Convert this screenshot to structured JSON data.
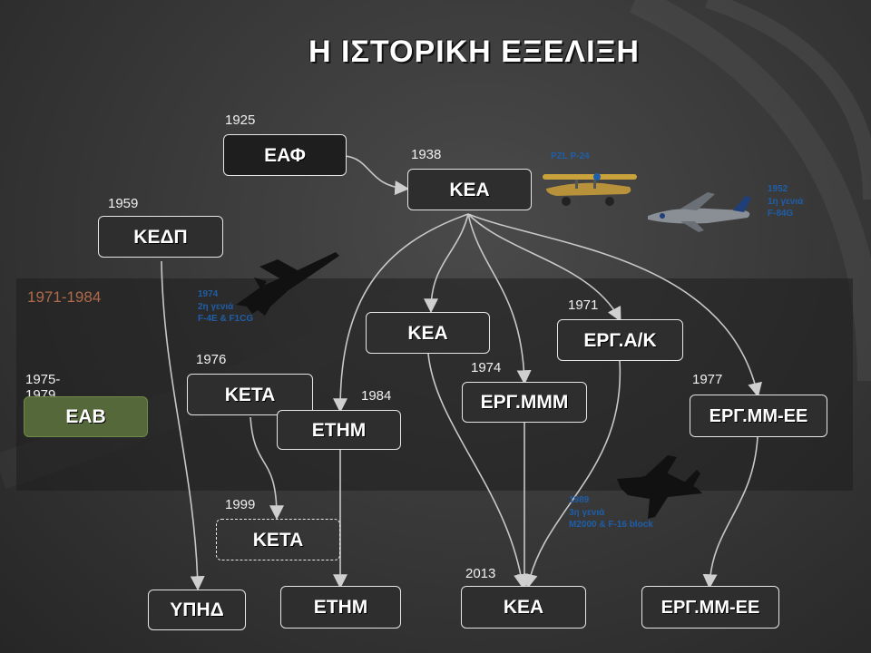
{
  "title": "Η ΙΣΤΟΡΙΚΗ ΕΞΕΛΙΞΗ",
  "period_label": "1971-1984",
  "boxes": {
    "eaf": "ΕΑΦ",
    "kea_1938": "ΚΕΑ",
    "kedp": "ΚΕΔΠ",
    "kea_mid": "ΚΕΑ",
    "erg_ak": "ΕΡΓ.Α/Κ",
    "keta_1976": "ΚΕΤΑ",
    "ethm_1984": "ΕΤΗΜ",
    "erg_mmm": "ΕΡΓ.ΜΜΜ",
    "erg_mmee_1977": "ΕΡΓ.ΜΜ-ΕΕ",
    "eab": "ΕΑΒ",
    "keta_1999": "ΚΕΤΑ",
    "yphd": "ΥΠΗΔ",
    "ethm_final": "ΕΤΗΜ",
    "kea_2013": "ΚΕΑ",
    "erg_mmee_final": "ΕΡΓ.ΜΜ-ΕΕ"
  },
  "years": {
    "y1925": "1925",
    "y1938": "1938",
    "y1959": "1959",
    "y1971": "1971",
    "y1976": "1976",
    "y1984": "1984",
    "y1974": "1974",
    "y1977": "1977",
    "y1975": "1975-\n1979",
    "y1999": "1999",
    "y2013": "2013"
  },
  "notes": {
    "n1": "PZL P-24",
    "n2_l1": "1952",
    "n2_l2": "1η γενιά",
    "n2_l3": "F-84G",
    "n3_l1": "1974",
    "n3_l2": "2η γενιά",
    "n3_l3": "F-4E & F1CG",
    "n4_l1": "1989",
    "n4_l2": "3η γενιά",
    "n4_l3": "M2000 & F-16 block"
  },
  "colors": {
    "note_blue": "#1f5ea8",
    "band_label": "#b06a4a",
    "eab_fill": "#55683a"
  }
}
